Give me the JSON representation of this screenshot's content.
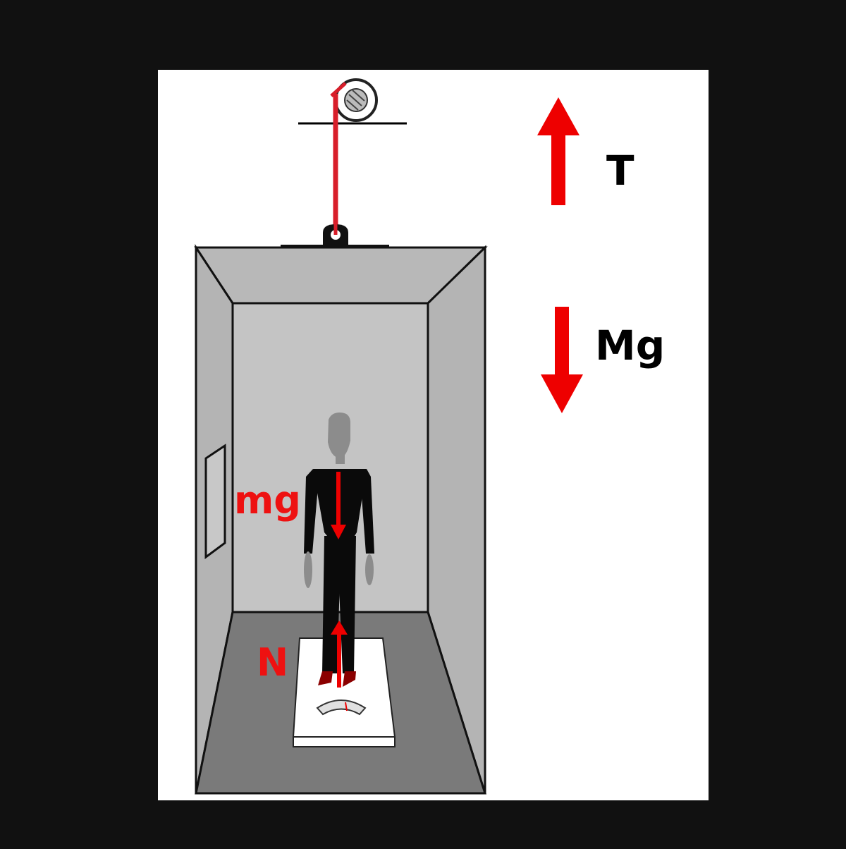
{
  "labels": {
    "tension": "T",
    "elevator_weight": "Mg",
    "person_weight": "mg",
    "normal_force": "N"
  },
  "colors": {
    "background": "#111111",
    "panel": "#ffffff",
    "force_arrow": "#ee0000",
    "cable": "#d81e2a",
    "wall_back": "#c4c4c4",
    "wall_side": "#b4b4b4",
    "floor": "#7a7a7a",
    "label_black": "#000000",
    "label_red": "#ee1111"
  },
  "icons": {
    "pulley": "pulley-icon",
    "person": "person-figure",
    "scale": "bathroom-scale"
  }
}
